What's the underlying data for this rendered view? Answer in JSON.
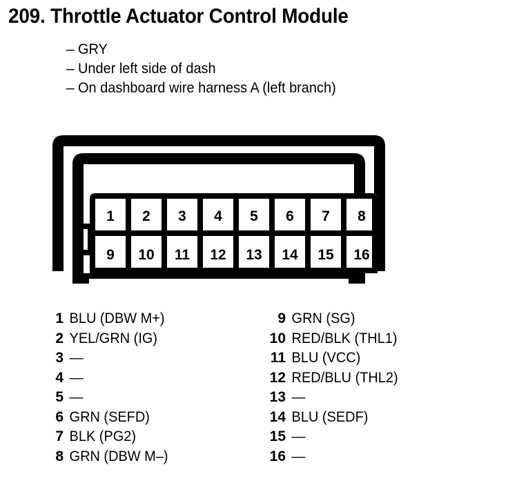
{
  "header": {
    "number": "209.",
    "title": "209. Throttle Actuator Control Module",
    "bullets": [
      {
        "dash": "–",
        "text": "GRY"
      },
      {
        "dash": "–",
        "text": "Under left side of dash"
      },
      {
        "dash": "–",
        "text": "On dashboard wire harness A (left branch)"
      }
    ]
  },
  "connector": {
    "rows": 2,
    "columns": 8,
    "top_row_pins": [
      "1",
      "2",
      "3",
      "4",
      "5",
      "6",
      "7",
      "8"
    ],
    "bottom_row_pins": [
      "9",
      "10",
      "11",
      "12",
      "13",
      "14",
      "15",
      "16"
    ],
    "line_color": "#000000",
    "fill_color": "#ffffff"
  },
  "legend": {
    "left_column": [
      {
        "pin": "1",
        "desc": "BLU (DBW M+)"
      },
      {
        "pin": "2",
        "desc": "YEL/GRN (IG)"
      },
      {
        "pin": "3",
        "desc": "—"
      },
      {
        "pin": "4",
        "desc": "—"
      },
      {
        "pin": "5",
        "desc": "—"
      },
      {
        "pin": "6",
        "desc": "GRN (SEFD)"
      },
      {
        "pin": "7",
        "desc": "BLK (PG2)"
      },
      {
        "pin": "8",
        "desc": "GRN (DBW M–)"
      }
    ],
    "right_column": [
      {
        "pin": "9",
        "desc": "GRN (SG)"
      },
      {
        "pin": "10",
        "desc": "RED/BLK (THL1)"
      },
      {
        "pin": "11",
        "desc": "BLU (VCC)"
      },
      {
        "pin": "12",
        "desc": "RED/BLU (THL2)"
      },
      {
        "pin": "13",
        "desc": "—"
      },
      {
        "pin": "14",
        "desc": "BLU (SEDF)"
      },
      {
        "pin": "15",
        "desc": "—"
      },
      {
        "pin": "16",
        "desc": "—"
      }
    ]
  }
}
